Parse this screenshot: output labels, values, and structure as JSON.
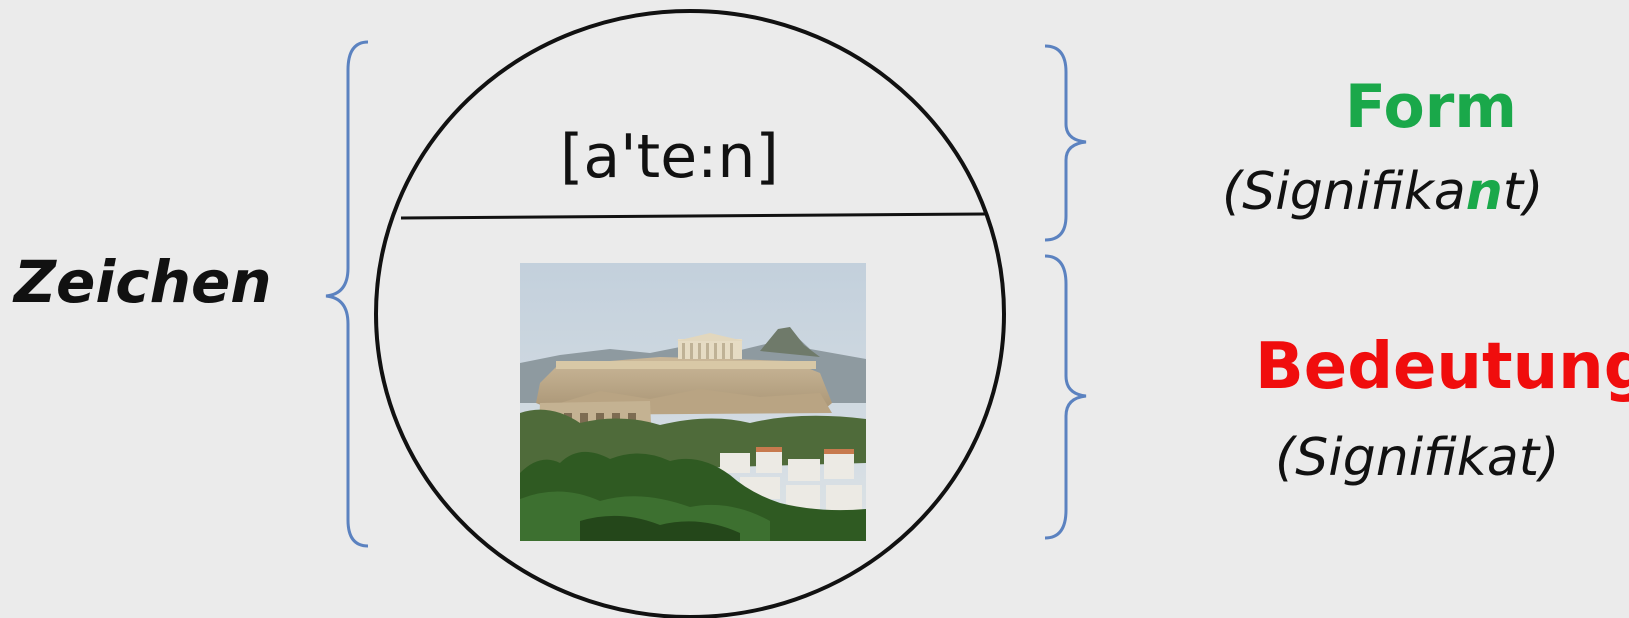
{
  "sign_label": "Zeichen",
  "phonetic": "[a'te:n]",
  "form": {
    "title": "Form",
    "sub_prefix": "(Signifika",
    "sub_highlight": "n",
    "sub_suffix": "t)"
  },
  "meaning": {
    "title": "Bedeutung",
    "sub": "(Signifikat)"
  },
  "image_subject": "acropolis-athens-photo",
  "colors": {
    "form": "#1aa84a",
    "meaning": "#f00d0d",
    "brace": "#5b82c0",
    "background": "#ebebeb"
  }
}
